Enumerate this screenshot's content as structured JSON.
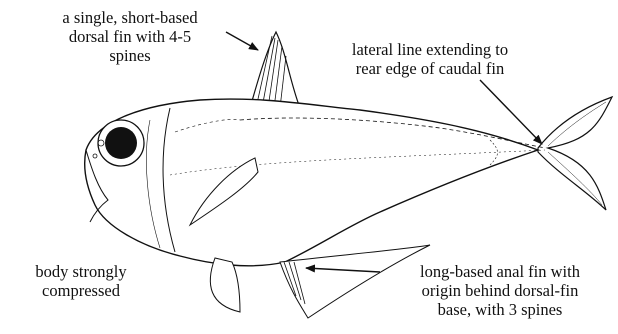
{
  "labels": {
    "dorsal": [
      "a single, short-based",
      "dorsal fin with 4-5",
      "spines"
    ],
    "lateral": [
      "lateral line extending to",
      "rear edge of caudal fin"
    ],
    "body": [
      "body strongly",
      "compressed"
    ],
    "anal": [
      "long-based anal fin with",
      "origin behind dorsal-fin",
      "base, with 3 spines"
    ]
  },
  "colors": {
    "ink": "#111111",
    "background": "#ffffff"
  }
}
